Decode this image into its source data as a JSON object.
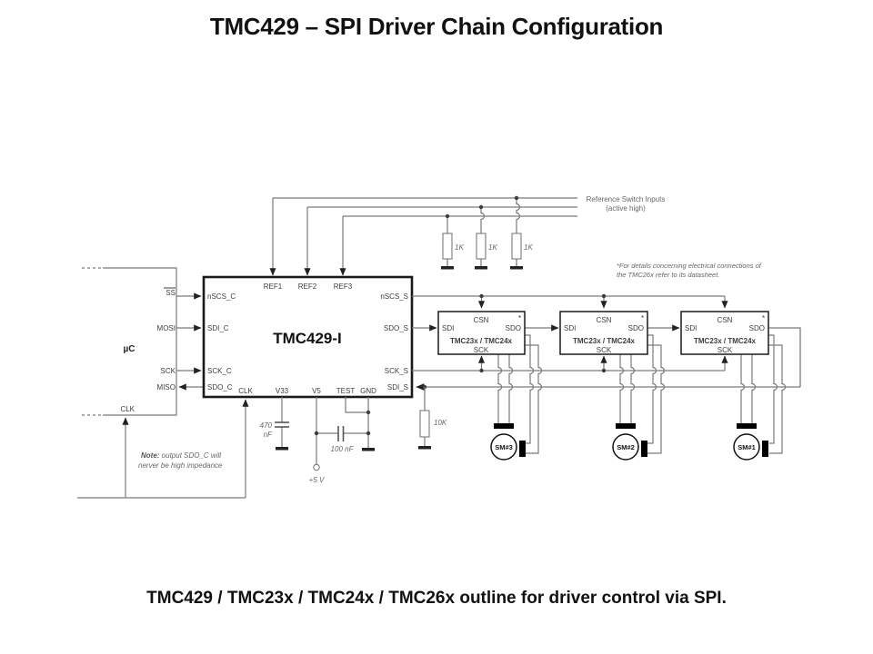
{
  "page": {
    "title": "TMC429 – SPI Driver Chain Configuration",
    "caption": "TMC429 / TMC23x / TMC24x / TMC26x outline for driver control via SPI."
  },
  "microcontroller": {
    "label": "µC",
    "pins": {
      "ss": "SS",
      "mosi": "MOSI",
      "sck": "SCK",
      "miso": "MISO",
      "clk": "CLK"
    }
  },
  "tmc429": {
    "name": "TMC429-I",
    "pins": {
      "nscs_c": "nSCS_C",
      "sdi_c": "SDI_C",
      "sck_c": "SCK_C",
      "sdo_c": "SDO_C",
      "nscs_s": "nSCS_S",
      "sdo_s": "SDO_S",
      "sck_s": "SCK_S",
      "sdi_s": "SDI_S",
      "ref1": "REF1",
      "ref2": "REF2",
      "ref3": "REF3",
      "clk": "CLK",
      "v33": "V33",
      "v5": "V5",
      "test": "TEST",
      "gnd": "GND"
    }
  },
  "drivers": [
    {
      "name": "TMC23x / TMC24x",
      "csn": "CSN",
      "sdi": "SDI",
      "sdo": "SDO",
      "sck": "SCK",
      "asterisk": "*"
    },
    {
      "name": "TMC23x / TMC24x",
      "csn": "CSN",
      "sdi": "SDI",
      "sdo": "SDO",
      "sck": "SCK",
      "asterisk": "*"
    },
    {
      "name": "TMC23x / TMC24x",
      "csn": "CSN",
      "sdi": "SDI",
      "sdo": "SDO",
      "sck": "SCK",
      "asterisk": "*"
    }
  ],
  "motors": [
    "SM#3",
    "SM#2",
    "SM#1"
  ],
  "components": {
    "ref_resistors": [
      "1K",
      "1K",
      "1K"
    ],
    "pulldown_resistor": "10K",
    "cap1_value": "470",
    "cap1_unit": "nF",
    "cap2": "100 nF",
    "supply": "+5 V"
  },
  "annotations": {
    "ref_switch_line1": "Reference Switch Inputs",
    "ref_switch_line2": "(active high)",
    "footnote_line1": "*For details concerning electrical connections of",
    "footnote_line2": "the TMC26x  refer to its datasheet.",
    "note_bold": "Note:",
    "note_rest": " output SDO_C will",
    "note_line2": "nerver be high impedance"
  },
  "colors": {
    "wire": "#7a7a7a",
    "chip_border": "#1a1a1a",
    "text": "#3d3d3d"
  }
}
